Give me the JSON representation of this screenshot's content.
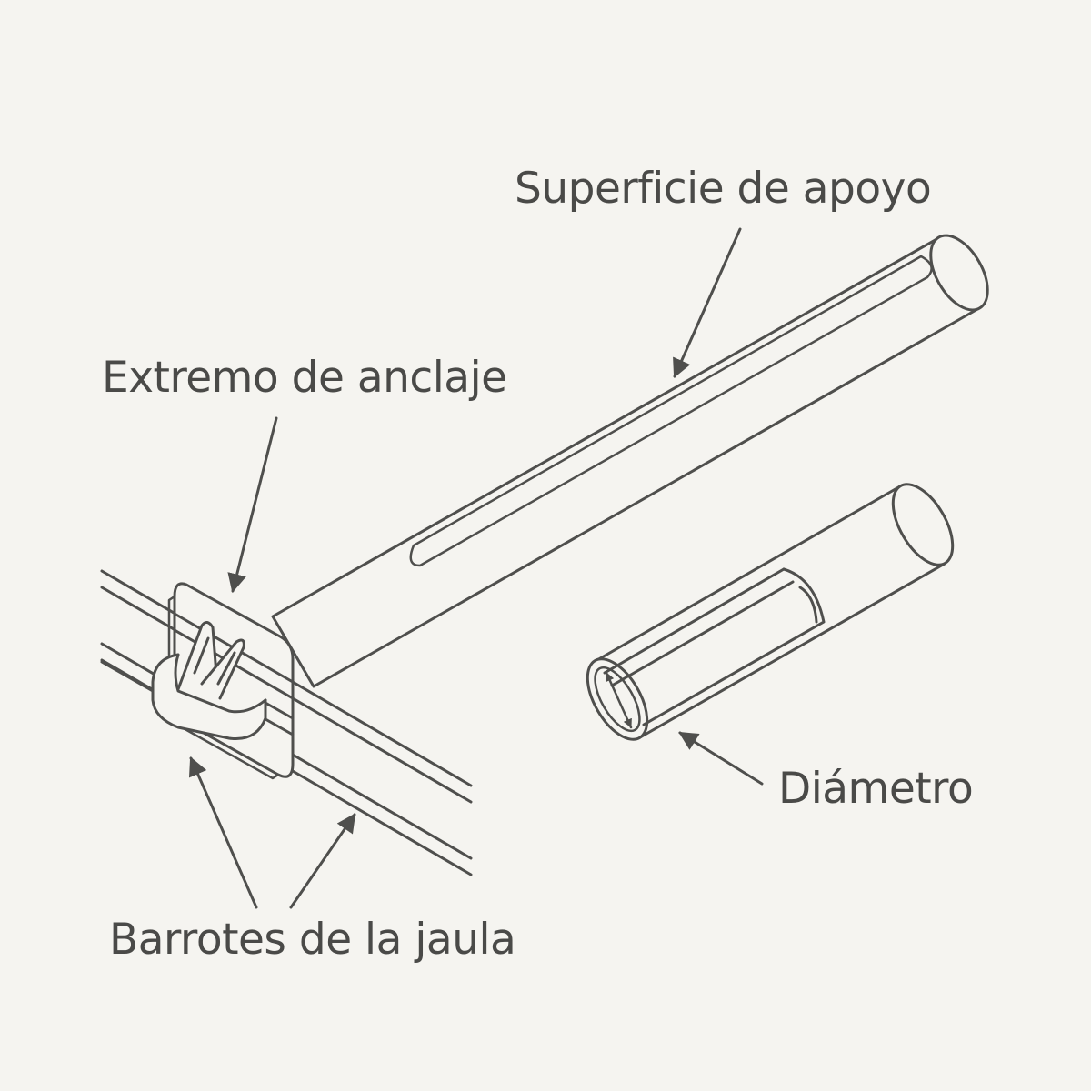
{
  "colors": {
    "background": "#f5f4f0",
    "line": "#4f4f4d",
    "fill": "#f5f4f0",
    "text": "#4a4a48"
  },
  "labels": {
    "superficie": "Superficie de apoyo",
    "extremo": "Extremo de anclaje",
    "diametro": "Diámetro",
    "barrotes": "Barrotes de la jaula"
  },
  "icons": [
    "perch-rod",
    "perch-cross-section",
    "cage-bars",
    "anchor-clip",
    "callout-arrow"
  ]
}
